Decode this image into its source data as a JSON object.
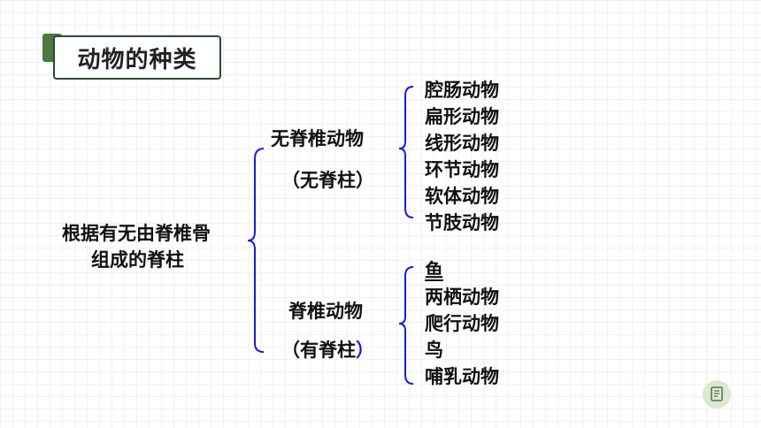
{
  "title": "动物的种类",
  "root": {
    "line1": "根据有无由脊椎骨",
    "line2": "组成的脊柱"
  },
  "groups": [
    {
      "name": "无脊椎动物",
      "note": "（无脊柱）",
      "members": [
        "腔肠动物",
        "扁形动物",
        "线形动物",
        "环节动物",
        "软体动物",
        "节肢动物"
      ]
    },
    {
      "name": "脊椎动物",
      "note_open": "（有脊柱",
      "note_close": "）",
      "members": [
        "鱼",
        "两栖动物",
        "爬行动物",
        "鸟",
        "哺乳动物"
      ]
    }
  ],
  "colors": {
    "brace": "#1a1ae6",
    "title_tab": "#4a7a3e",
    "title_border": "#2e4a2e",
    "corner_button_bg": "#dde8d3"
  },
  "icons": {
    "corner_button": "book-icon"
  }
}
